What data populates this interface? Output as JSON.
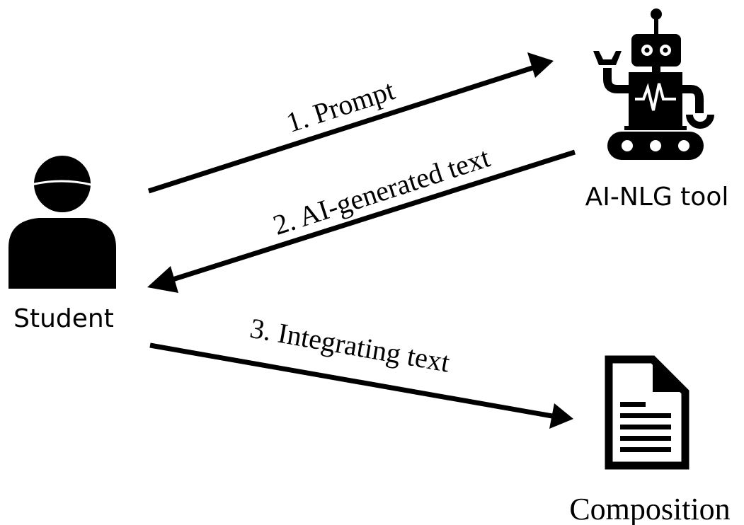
{
  "nodes": {
    "student": "Student",
    "tool": "AI-NLG tool",
    "composition": "Composition"
  },
  "edges": [
    {
      "from": "student",
      "to": "tool",
      "label": "1. Prompt"
    },
    {
      "from": "tool",
      "to": "student",
      "label": "2. AI-generated text"
    },
    {
      "from": "student",
      "to": "composition",
      "label": "3. Integrating text"
    }
  ],
  "icons": {
    "student": "person-icon",
    "tool": "robot-icon",
    "composition": "document-icon"
  }
}
